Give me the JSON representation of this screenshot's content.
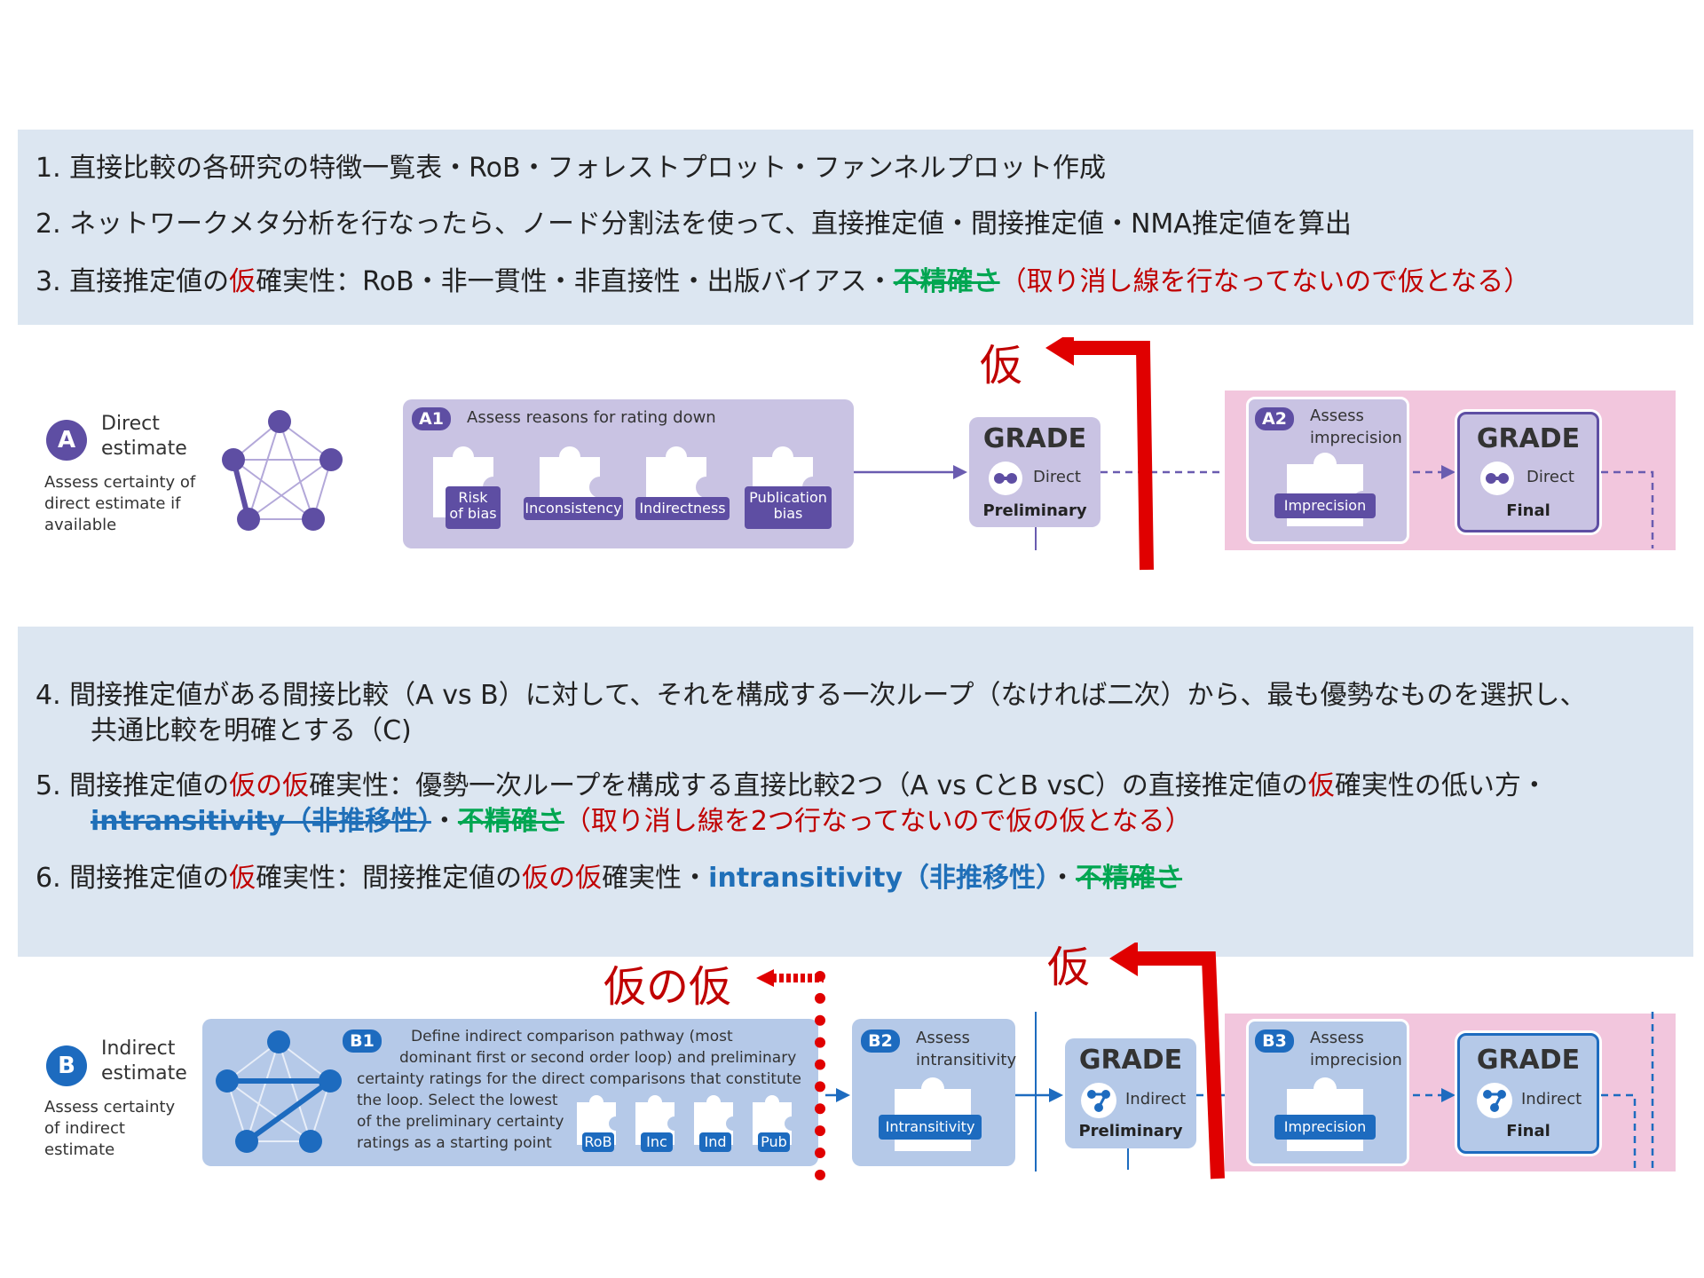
{
  "colors": {
    "accent_red": "#c00000",
    "accent_green": "#00a651",
    "accent_blue": "#1f6fb8",
    "purple": "#5e4ea3",
    "blue": "#1d6bbf",
    "pink": "#f2c6dd"
  },
  "steps": {
    "s1": {
      "num": "1.",
      "text": "直接比較の各研究の特徴一覧表・RoB・フォレストプロット・ファンネルプロット作成"
    },
    "s2": {
      "num": "2.",
      "text": "ネットワークメタ分析を行なったら、ノード分割法を使って、直接推定値・間接推定値・NMA推定値を算出"
    },
    "s3": {
      "num": "3.",
      "a": "直接推定値の",
      "b": "仮",
      "c": "確実性：RoB・非一貫性・非直接性・出版バイアス・",
      "d": "不精確さ",
      "e": "（取り消し線を行なってないので仮となる）"
    },
    "s4": {
      "num": "4.",
      "line1": "間接推定値がある間接比較（A vs B）に対して、それを構成する一次ループ（なければ二次）から、最も優勢なものを選択し、",
      "line2": "共通比較を明確とする（C)"
    },
    "s5": {
      "num": "5.",
      "a": "間接推定値の",
      "b": "仮の仮",
      "c": "確実性：優勢一次ループを構成する直接比較2つ（A vs CとB vsC）の直接推定値の",
      "d": "仮",
      "e": "確実性の低い方・",
      "f": "intransitivity（非推移性）",
      "g": "・",
      "h": "不精確さ",
      "i": "（取り消し線を2つ行なってないので仮の仮となる）"
    },
    "s6": {
      "num": "6.",
      "a": "間接推定値の",
      "b": "仮",
      "c": "確実性：間接推定値の",
      "d": "仮の仮",
      "e": "確実性・",
      "f": "intransitivity（非推移性）",
      "g": "・",
      "h": "不精確さ"
    }
  },
  "annotations": {
    "kari_top": "仮",
    "kari_bottom": "仮",
    "karinokari": "仮の仮"
  },
  "rowA": {
    "badge": "A",
    "title": "Direct\nestimate",
    "desc": "Assess certainty of\ndirect estimate if\navailable",
    "a1_badge": "A1",
    "a1_title": "Assess reasons for rating down",
    "pieces": [
      "Risk\nof bias",
      "Inconsistency",
      "Indirectness",
      "Publication\nbias"
    ],
    "grade1": {
      "title": "GRADE",
      "label": "Direct",
      "caption": "Preliminary"
    },
    "a2_badge": "A2",
    "a2_title": "Assess\nimprecision",
    "a2_piece": "Imprecision",
    "grade2": {
      "title": "GRADE",
      "label": "Direct",
      "caption": "Final"
    }
  },
  "rowB": {
    "badge": "B",
    "title": "Indirect\nestimate",
    "desc": "Assess certainty\nof indirect\nestimate",
    "b1_badge": "B1",
    "b1_line1": "Define indirect comparison pathway (most",
    "b1_line2": "dominant first or second order loop) and preliminary",
    "b1_line3": "certainty ratings for the direct comparisons that constitute",
    "b1_line4": "the loop. Select the lowest",
    "b1_line5": "of the preliminary certainty",
    "b1_line6": "ratings as a starting point",
    "pieces": [
      "RoB",
      "Inc",
      "Ind",
      "Pub"
    ],
    "b2_badge": "B2",
    "b2_title": "Assess\nintransitivity",
    "b2_piece": "Intransitivity",
    "grade1": {
      "title": "GRADE",
      "label": "Indirect",
      "caption": "Preliminary"
    },
    "b3_badge": "B3",
    "b3_title": "Assess\nimprecision",
    "b3_piece": "Imprecision",
    "grade2": {
      "title": "GRADE",
      "label": "Indirect",
      "caption": "Final"
    }
  }
}
